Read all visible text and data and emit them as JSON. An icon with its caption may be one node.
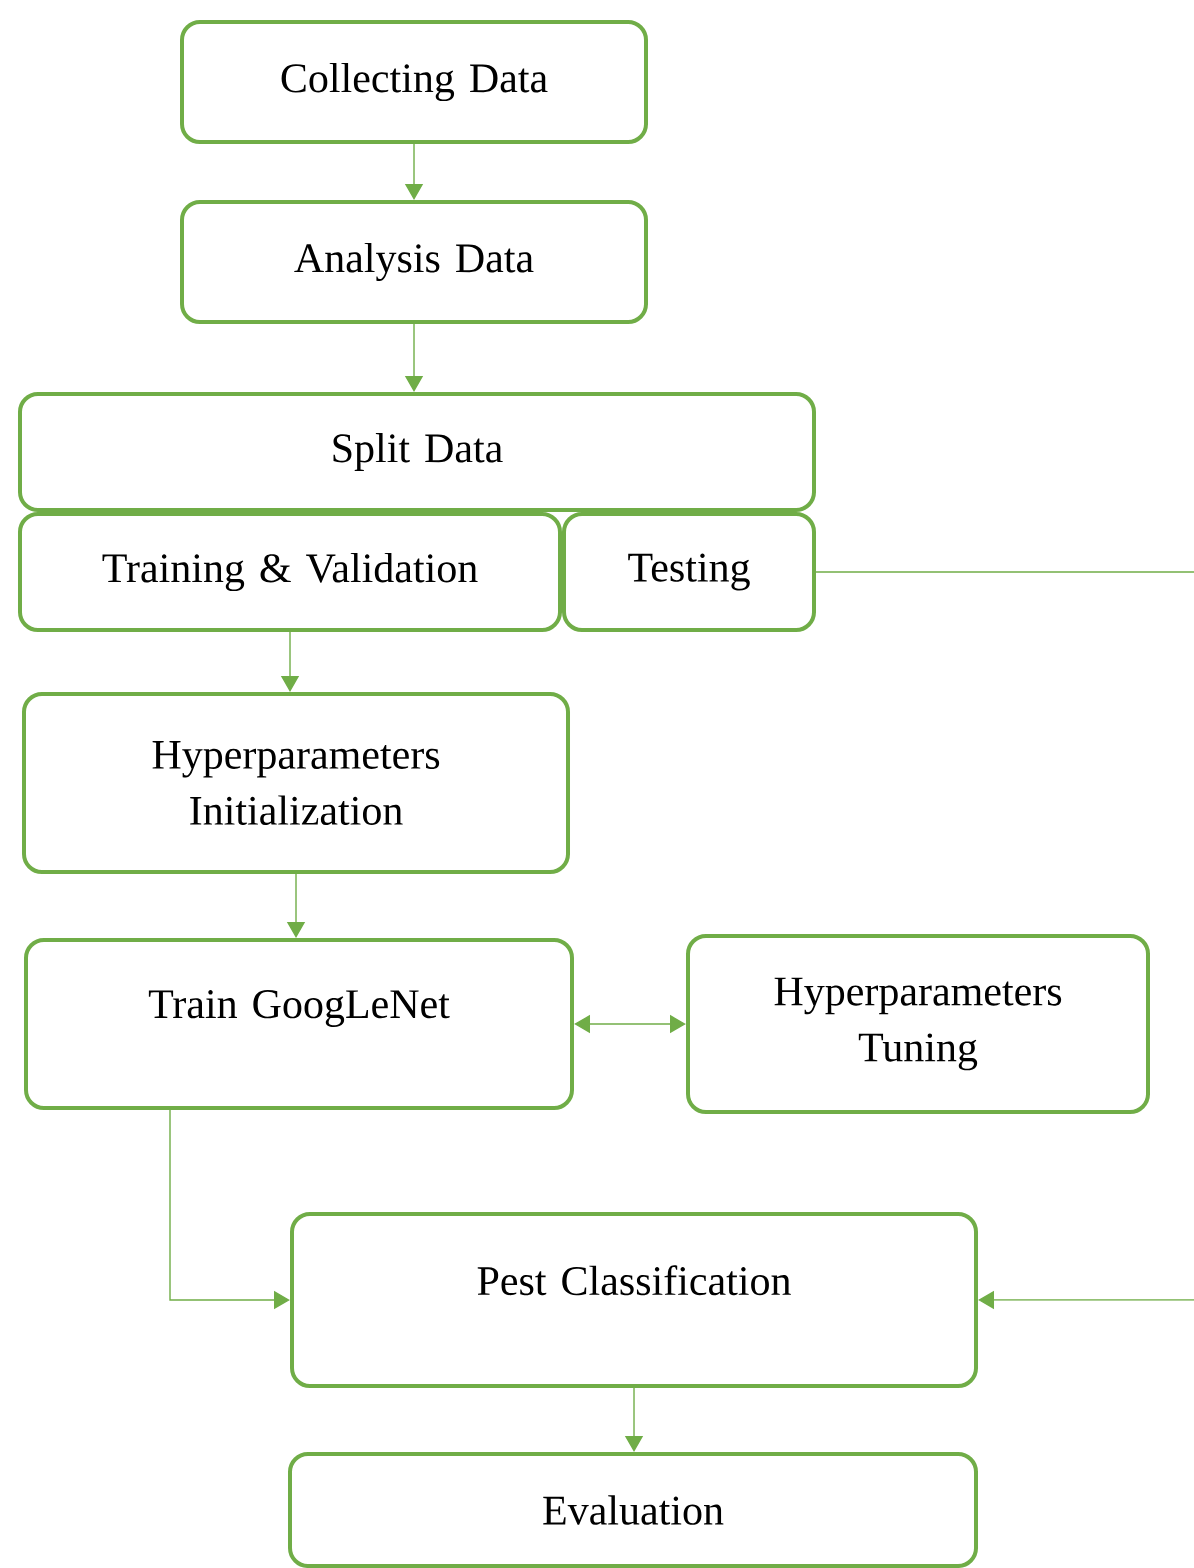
{
  "diagram": {
    "nodes": [
      {
        "text": [
          "Collecting Data"
        ]
      },
      {
        "text": [
          "Analysis Data"
        ]
      },
      {
        "text": [
          "Split Data"
        ]
      },
      {
        "text": [
          "Training & Validation"
        ]
      },
      {
        "text": [
          "Testing"
        ]
      },
      {
        "text": [
          "Hyperparameters Initialization"
        ]
      },
      {
        "text": [
          "Train GoogLeNet"
        ]
      },
      {
        "text": [
          "Hyperparameters Tuning"
        ]
      },
      {
        "text": [
          "Pest Classification"
        ]
      },
      {
        "text": [
          "Evaluation"
        ]
      }
    ],
    "edges": [
      {
        "from": 0,
        "to": 1,
        "arrow": "to"
      },
      {
        "from": 1,
        "to": 2,
        "arrow": "to"
      },
      {
        "from": 3,
        "to": 5,
        "arrow": "to"
      },
      {
        "from": 5,
        "to": 6,
        "arrow": "to"
      },
      {
        "from": 6,
        "to": 7,
        "arrow": "both"
      },
      {
        "from": 6,
        "to": 8,
        "arrow": "to"
      },
      {
        "from": 4,
        "to": 8,
        "arrow": "to"
      },
      {
        "from": 8,
        "to": 9,
        "arrow": "to"
      }
    ]
  }
}
